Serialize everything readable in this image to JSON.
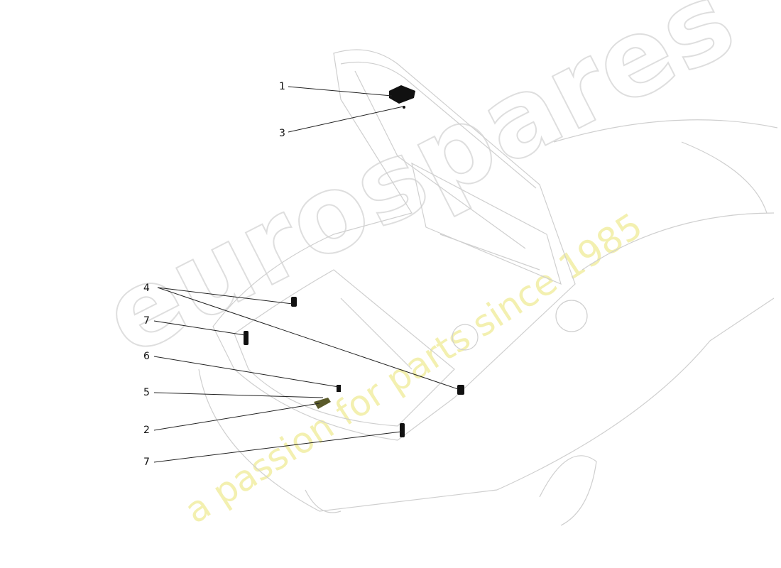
{
  "watermark": {
    "brand": "eurospares",
    "tagline": "a passion for parts since 1985"
  },
  "callouts": [
    {
      "id": "callout-1",
      "label": "1"
    },
    {
      "id": "callout-3",
      "label": "3"
    },
    {
      "id": "callout-4",
      "label": "4"
    },
    {
      "id": "callout-7a",
      "label": "7"
    },
    {
      "id": "callout-6",
      "label": "6"
    },
    {
      "id": "callout-5",
      "label": "5"
    },
    {
      "id": "callout-2",
      "label": "2"
    },
    {
      "id": "callout-7b",
      "label": "7"
    }
  ],
  "colors": {
    "outline": "#d0d0d0",
    "part": "#111111",
    "leader": "#222222",
    "watermark_tagline": "#f3f0b0"
  }
}
